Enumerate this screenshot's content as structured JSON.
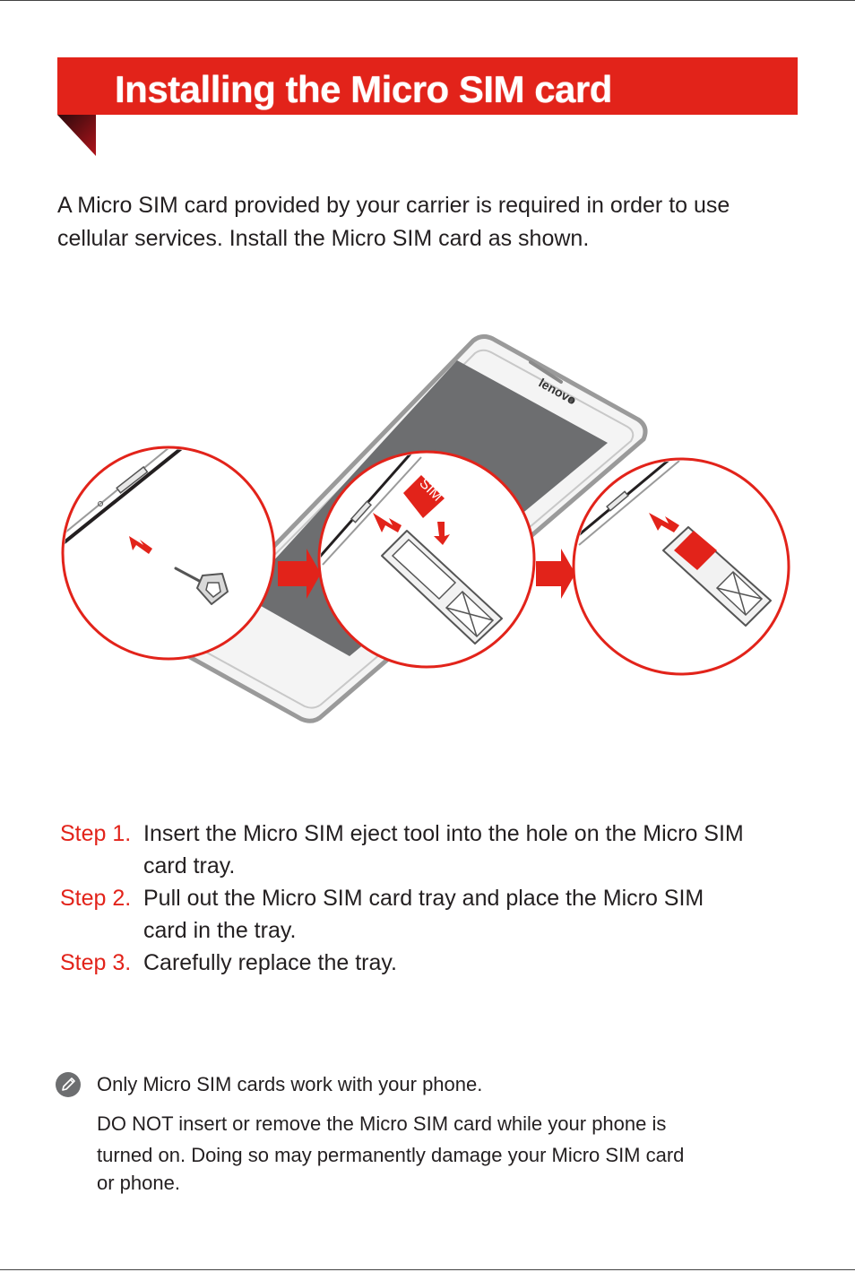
{
  "header": {
    "title": "Installing the Micro SIM card"
  },
  "intro": {
    "line1": "A Micro SIM card provided by your carrier is required in order to use",
    "line2": "cellular services. Install the Micro SIM card as shown."
  },
  "illustration": {
    "brand_logo": "lenovo",
    "sim_label": "SIM"
  },
  "steps": [
    {
      "label": "Step 1.",
      "line1": "Insert the Micro SIM eject tool into the hole on the Micro SIM",
      "line2": "card tray."
    },
    {
      "label": "Step 2.",
      "line1": "Pull out the Micro SIM card tray and place the Micro SIM",
      "line2": "card in the tray."
    },
    {
      "label": "Step 3.",
      "line1": "Carefully replace the tray."
    }
  ],
  "note": {
    "icon": "pencil-icon",
    "line1": "Only Micro SIM cards work with your phone.",
    "line2": "DO NOT insert or remove the Micro SIM card while your phone is",
    "line3": "turned on. Doing so may permanently damage your Micro SIM card",
    "line4": "or phone."
  },
  "colors": {
    "accent": "#e2231a",
    "accent_dark": "#7a0e12",
    "text": "#231f20",
    "screen": "#6d6e70"
  }
}
